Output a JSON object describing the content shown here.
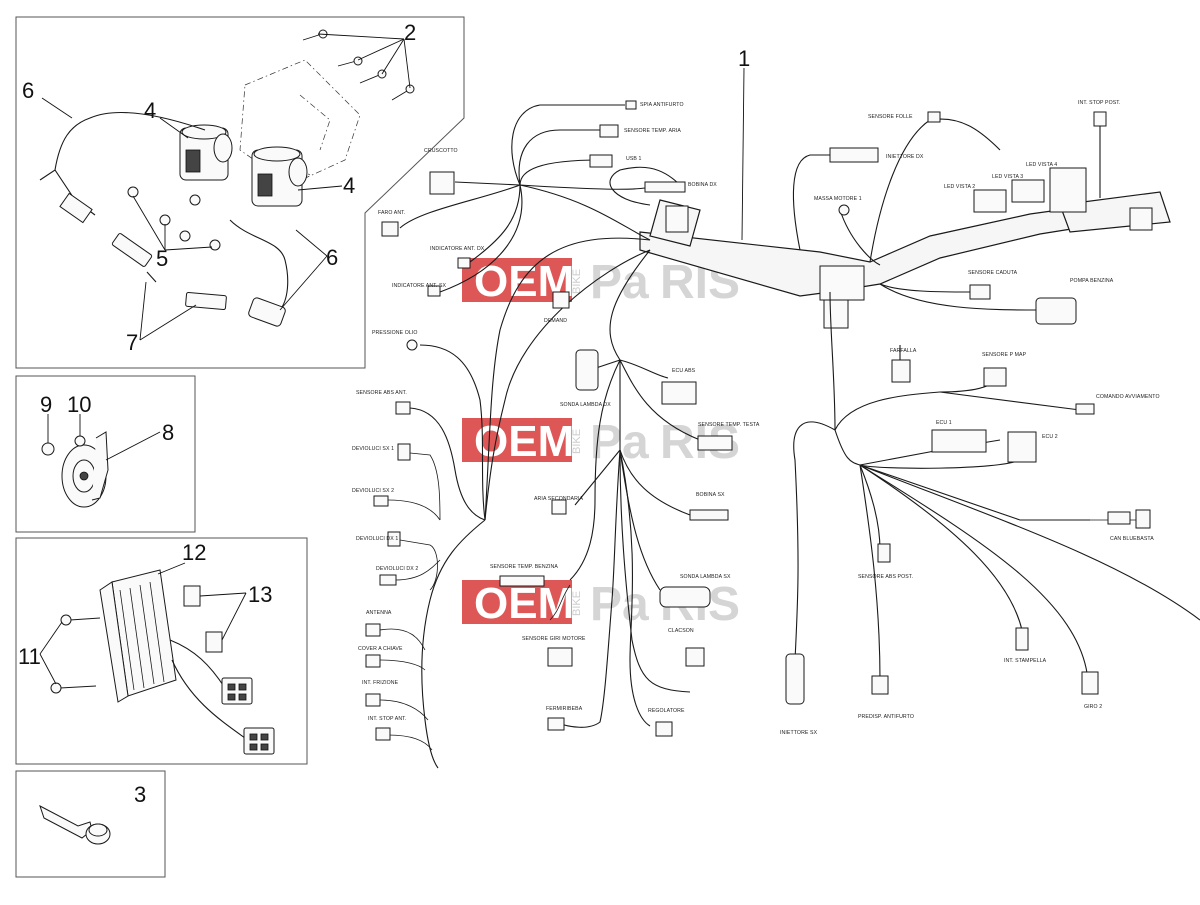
{
  "callouts": {
    "n1": "1",
    "n2": "2",
    "n3": "3",
    "n4a": "4",
    "n4b": "4",
    "n5": "5",
    "n6a": "6",
    "n6b": "6",
    "n7": "7",
    "n8": "8",
    "n9": "9",
    "n10": "10",
    "n11": "11",
    "n12": "12",
    "n13": "13"
  },
  "watermark": {
    "red": "OEM",
    "bike": "BIKE",
    "gray_a": "Pa",
    "gray_b": "RIS"
  },
  "labels": {
    "spia_antifurto": "SPIA ANTIFURTO",
    "sensore_temp_aria": "SENSORE TEMP. ARIA",
    "usb": "USB 1",
    "bobina_dx": "BOBINA DX",
    "cruscotto": "CRUSCOTTO",
    "faro_ant": "FARO ANT.",
    "indicatore_ant_dx": "INDICATORE ANT. DX",
    "indicatore_ant_sx": "INDICATORE ANT. SX",
    "pressione_olio": "PRESSIONE OLIO",
    "demand": "DEMAND",
    "sensore_abs_ant": "SENSORE ABS ANT.",
    "devioluci_sx1": "DEVIOLUCI SX 1",
    "devioluci_sx2": "DEVIOLUCI SX 2",
    "devioluci_dx1": "DEVIOLUCI DX 1",
    "devioluci_dx2": "DEVIOLUCI DX 2",
    "antenna": "ANTENNA",
    "cover_a_chiave": "COVER A CHIAVE",
    "int_frizione": "INT. FRIZIONE",
    "int_stop_ant": "INT. STOP ANT.",
    "sonda_lambda_dx": "SONDA LAMBDA DX",
    "ecu_abs": "ECU ABS",
    "sensore_temp_testa": "SENSORE TEMP. TESTA",
    "aria_secondaria": "ARIA SECONDARIA",
    "bobina_sx": "BOBINA SX",
    "sensore_temp_benzina": "SENSORE TEMP. BENZINA",
    "sonda_lambda_sx": "SONDA LAMBDA SX",
    "sensore_giri_motore": "SENSORE GIRI MOTORE",
    "clacson": "CLACSON",
    "regolatore": "REGOLATORE",
    "fermiribeba": "FERMIRIBEBA",
    "sensore_folle": "SENSORE FOLLE",
    "iniettore_dx": "INIETTORE DX",
    "massa_motore": "MASSA MOTORE 1",
    "led_vista_2": "LED VISTA 2",
    "led_vista_3": "LED VISTA 3",
    "led_vista_4": "LED VISTA 4",
    "int_stop_post": "INT. STOP POST.",
    "sensore_caduta": "SENSORE CADUTA",
    "pompa_benzina": "POMPA BENZINA",
    "farfalla": "FARFALLA",
    "sensore_p_map": "SENSORE P MAP",
    "comando_avviamento": "COMANDO AVVIAMENTO",
    "ecu1": "ECU 1",
    "ecu2": "ECU 2",
    "can_bluebasta": "CAN BLUEBASTA",
    "sensore_abs_post": "SENSORE ABS POST.",
    "int_stampella": "INT. STAMPELLA",
    "giro2": "GIRO 2",
    "predisp_antifurto": "PREDISP. ANTIFURTO",
    "iniettore_sx": "INIETTORE SX"
  }
}
